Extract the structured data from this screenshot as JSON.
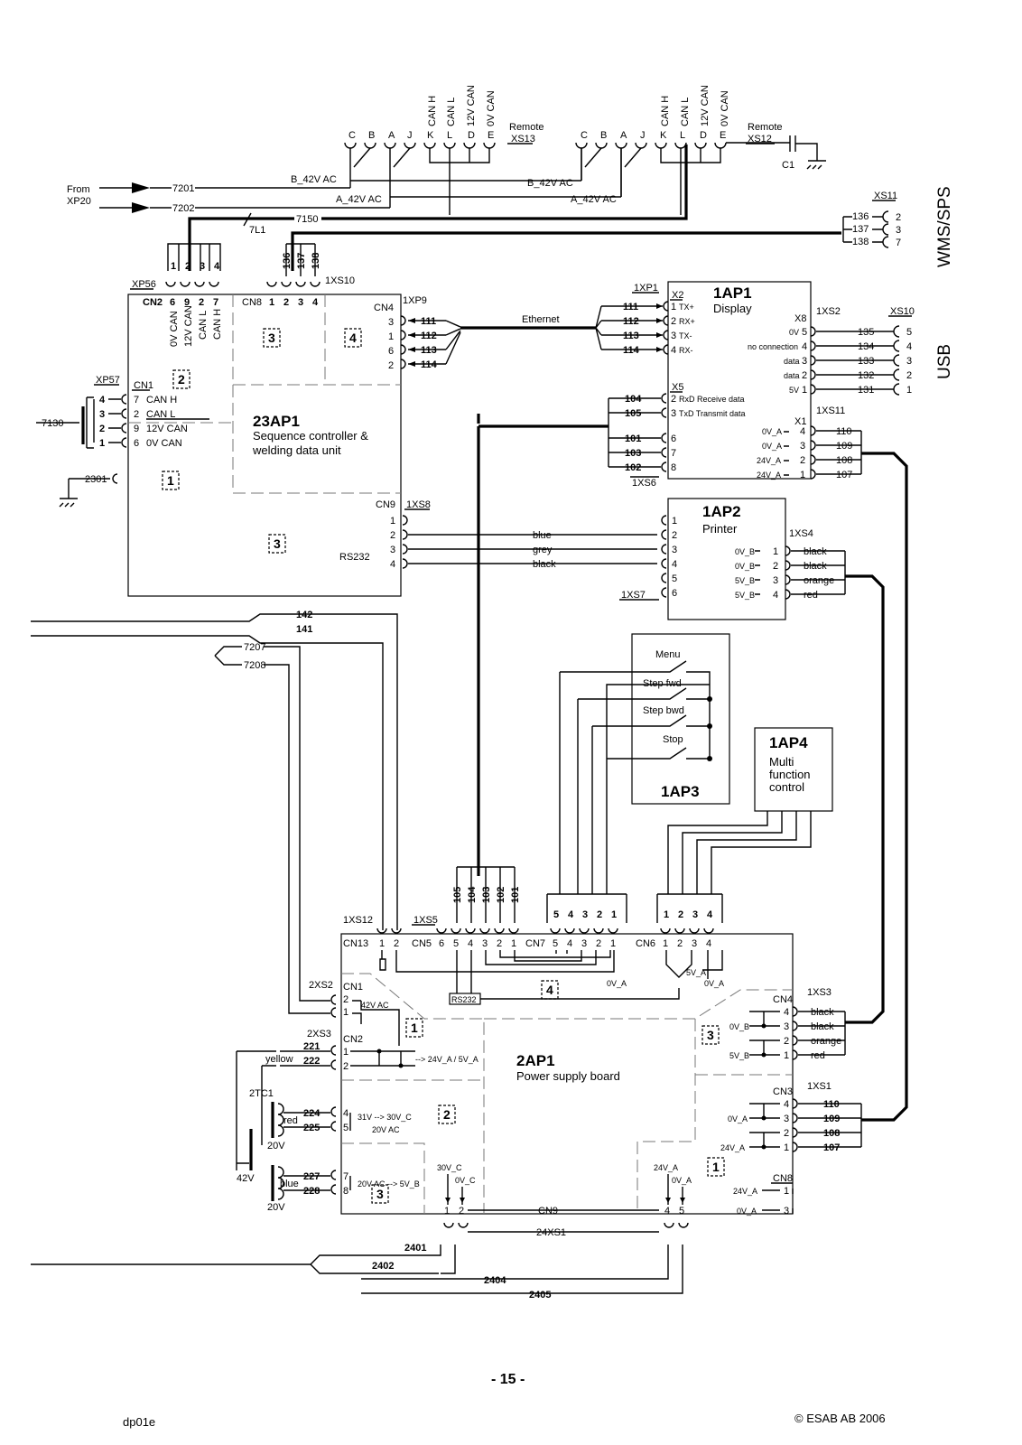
{
  "units": {
    "ap1": {
      "id": "1AP1",
      "name": "Display"
    },
    "ap2": {
      "id": "1AP2",
      "name": "Printer"
    },
    "ap3": {
      "id": "1AP3"
    },
    "ap4": {
      "id": "1AP4",
      "name_l1": "Multi",
      "name_l2": "function",
      "name_l3": "control"
    },
    "ap23": {
      "id": "23AP1",
      "name_l1": "Sequence controller &",
      "name_l2": "welding data unit"
    },
    "ap2b": {
      "id": "2AP1",
      "name": "Power supply board"
    }
  },
  "side_labels": {
    "wms": "WMS/SPS",
    "usb": "USB"
  },
  "from": {
    "l1": "From",
    "l2": "XP20"
  },
  "remote": {
    "label": "Remote",
    "xs13": "XS13",
    "xs12": "XS12",
    "c1": "C1"
  },
  "can_pins": [
    "C",
    "B",
    "A",
    "J",
    "K",
    "L",
    "D",
    "E"
  ],
  "can_signals": [
    "CAN H",
    "CAN L",
    "12V CAN",
    "0V CAN"
  ],
  "wires": {
    "w7201": "7201",
    "w7202": "7202",
    "w7150": "7150",
    "w7l1": "7L1",
    "b42": "B_42V AC",
    "a42": "A_42V AC",
    "w7130": "7130",
    "w2301": "2301",
    "w142": "142",
    "w141": "141",
    "w7207": "7207",
    "w7208": "7208",
    "w2401": "2401",
    "w2402": "2402",
    "w2404": "2404",
    "w2405": "2405",
    "ethernet": "Ethernet",
    "blue": "blue",
    "grey": "grey",
    "black": "black",
    "orange": "orange",
    "red": "red",
    "yellow": "yellow"
  },
  "xs11": {
    "label": "XS11",
    "wires": [
      "136",
      "137",
      "138"
    ],
    "pins": [
      "2",
      "3",
      "7"
    ]
  },
  "connectors": {
    "xp56": "XP56",
    "xp57": "XP57",
    "x1xs10": "1XS10",
    "x1xp9": "1XP9",
    "x1xp1": "1XP1",
    "x1xs6": "1XS6",
    "x1xs2": "1XS2",
    "xs10": "XS10",
    "x1xs11": "1XS11",
    "x1xs8": "1XS8",
    "x1xs7": "1XS7",
    "x1xs4": "1XS4",
    "x1xs12": "1XS12",
    "x1xs5": "1XS5",
    "x2xs2": "2XS2",
    "x2xs3": "2XS3",
    "x1xs3": "1XS3",
    "x1xs1": "1XS1",
    "x24xs1": "24XS1",
    "cn1": "CN1",
    "cn2": "CN2",
    "cn3": "CN3",
    "cn4": "CN4",
    "cn5": "CN5",
    "cn6": "CN6",
    "cn7": "CN7",
    "cn8": "CN8",
    "cn9": "CN9",
    "cn13": "CN13",
    "x1": "X1",
    "x2": "X2",
    "x5": "X5",
    "x8": "X8",
    "rs232": "RS232"
  },
  "xp56_pins": [
    "1",
    "2",
    "3",
    "4"
  ],
  "cn2_pins": [
    "6",
    "9",
    "2",
    "7"
  ],
  "cn2_signals": [
    "0V CAN",
    "12V CAN",
    "CAN L",
    "CAN H"
  ],
  "cn8_pins": [
    "1",
    "2",
    "3",
    "4"
  ],
  "xs10_wires": [
    "136",
    "137",
    "138"
  ],
  "cn4_23": {
    "pins": [
      "3",
      "1",
      "6",
      "2"
    ],
    "wires": [
      "111",
      "112",
      "113",
      "114"
    ]
  },
  "x2": {
    "pins": [
      "1",
      "2",
      "3",
      "4"
    ],
    "signals": [
      "TX+",
      "RX+",
      "TX-",
      "RX-"
    ],
    "wires": [
      "111",
      "112",
      "113",
      "114"
    ]
  },
  "x5": {
    "pins": [
      "2",
      "3",
      "6",
      "7",
      "8"
    ],
    "signals": [
      "RxD Receive data",
      "TxD Transmit data"
    ],
    "wires": [
      "104",
      "105",
      "101",
      "103",
      "102"
    ]
  },
  "x8": {
    "pins": [
      "5",
      "4",
      "3",
      "2",
      "1"
    ],
    "signals": [
      "0V",
      "no connection",
      "data",
      "data",
      "5V"
    ],
    "wires": [
      "135",
      "134",
      "133",
      "132",
      "131"
    ],
    "xs10_pins": [
      "5",
      "4",
      "3",
      "2",
      "1"
    ]
  },
  "x1_ap1": {
    "pins": [
      "4",
      "3",
      "2",
      "1"
    ],
    "signals": [
      "0V_A",
      "0V_A",
      "24V_A",
      "24V_A"
    ],
    "wires": [
      "110",
      "109",
      "108",
      "107"
    ]
  },
  "cn1_23": {
    "pins": [
      "7",
      "2",
      "9",
      "6"
    ],
    "signals": [
      "CAN H",
      "CAN L",
      "12V CAN",
      "0V CAN"
    ],
    "xp57_pins": [
      "4",
      "3",
      "2",
      "1"
    ]
  },
  "cn9_23": {
    "pins": [
      "1",
      "2",
      "3",
      "4"
    ],
    "rs232": "RS232"
  },
  "printer_pins": [
    "1",
    "2",
    "3",
    "4",
    "5",
    "6"
  ],
  "printer_x": {
    "pins": [
      "1",
      "2",
      "3",
      "4"
    ],
    "signals": [
      "0V_B",
      "0V_B",
      "5V_B",
      "5V_B"
    ],
    "colors": [
      "black",
      "black",
      "orange",
      "red"
    ]
  },
  "keys": [
    "Menu",
    "Step fwd",
    "Step bwd",
    "Stop"
  ],
  "ap4_pins": [
    "1",
    "2",
    "3",
    "4"
  ],
  "cn13": [
    "1",
    "2"
  ],
  "cn5": [
    "6",
    "5",
    "4",
    "3",
    "2",
    "1"
  ],
  "cn7": [
    "5",
    "4",
    "3",
    "2",
    "1"
  ],
  "cn6": [
    "1",
    "2",
    "3",
    "4"
  ],
  "xs5_wires": [
    "105",
    "104",
    "103",
    "102",
    "101"
  ],
  "misc": {
    "v42ac": "42V AC",
    "arrow1": "--> 24V_A  /  5V_A",
    "v31": "31V --> 30V_C",
    "v20": "20V AC",
    "v20b": "20V AC  --> 5V_B",
    "v30c": "30V_C",
    "v0c": "0V_C",
    "v24a": "24V_A",
    "v0a": "0V_A",
    "v5a": "5V_A",
    "v0b": "0V_B",
    "v5b": "5V_B",
    "v24a2": "24V_A",
    "tc1": "2TC1",
    "red": "red",
    "blue": "blue",
    "v20v": "20V",
    "v42v": "42V",
    "cn9": "CN9"
  },
  "cn1_2": [
    "2",
    "1"
  ],
  "cn2_2": {
    "pins": [
      "1",
      "2"
    ],
    "wires": [
      "221",
      "222"
    ]
  },
  "tc_pins": {
    "pins": [
      "4",
      "5",
      "7",
      "8"
    ],
    "wires": [
      "224",
      "225",
      "227",
      "228"
    ]
  },
  "cn4_2": {
    "pins": [
      "4",
      "3",
      "2",
      "1"
    ],
    "colors": [
      "black",
      "black",
      "orange",
      "red"
    ]
  },
  "cn3_2": {
    "pins": [
      "4",
      "3",
      "2",
      "1"
    ],
    "wires": [
      "110",
      "109",
      "108",
      "107"
    ]
  },
  "cn8_2": {
    "pins": [
      "1",
      "3"
    ],
    "signals": [
      "24V_A",
      "0V_A"
    ]
  },
  "cn9_2": [
    "1",
    "2",
    "4",
    "5"
  ],
  "zones": {
    "z1": "1",
    "z2": "2",
    "z3": "3",
    "z4": "4"
  },
  "footer": {
    "page": "- 15 -",
    "doc": "dp01e",
    "copy": "© ESAB AB 2006"
  }
}
